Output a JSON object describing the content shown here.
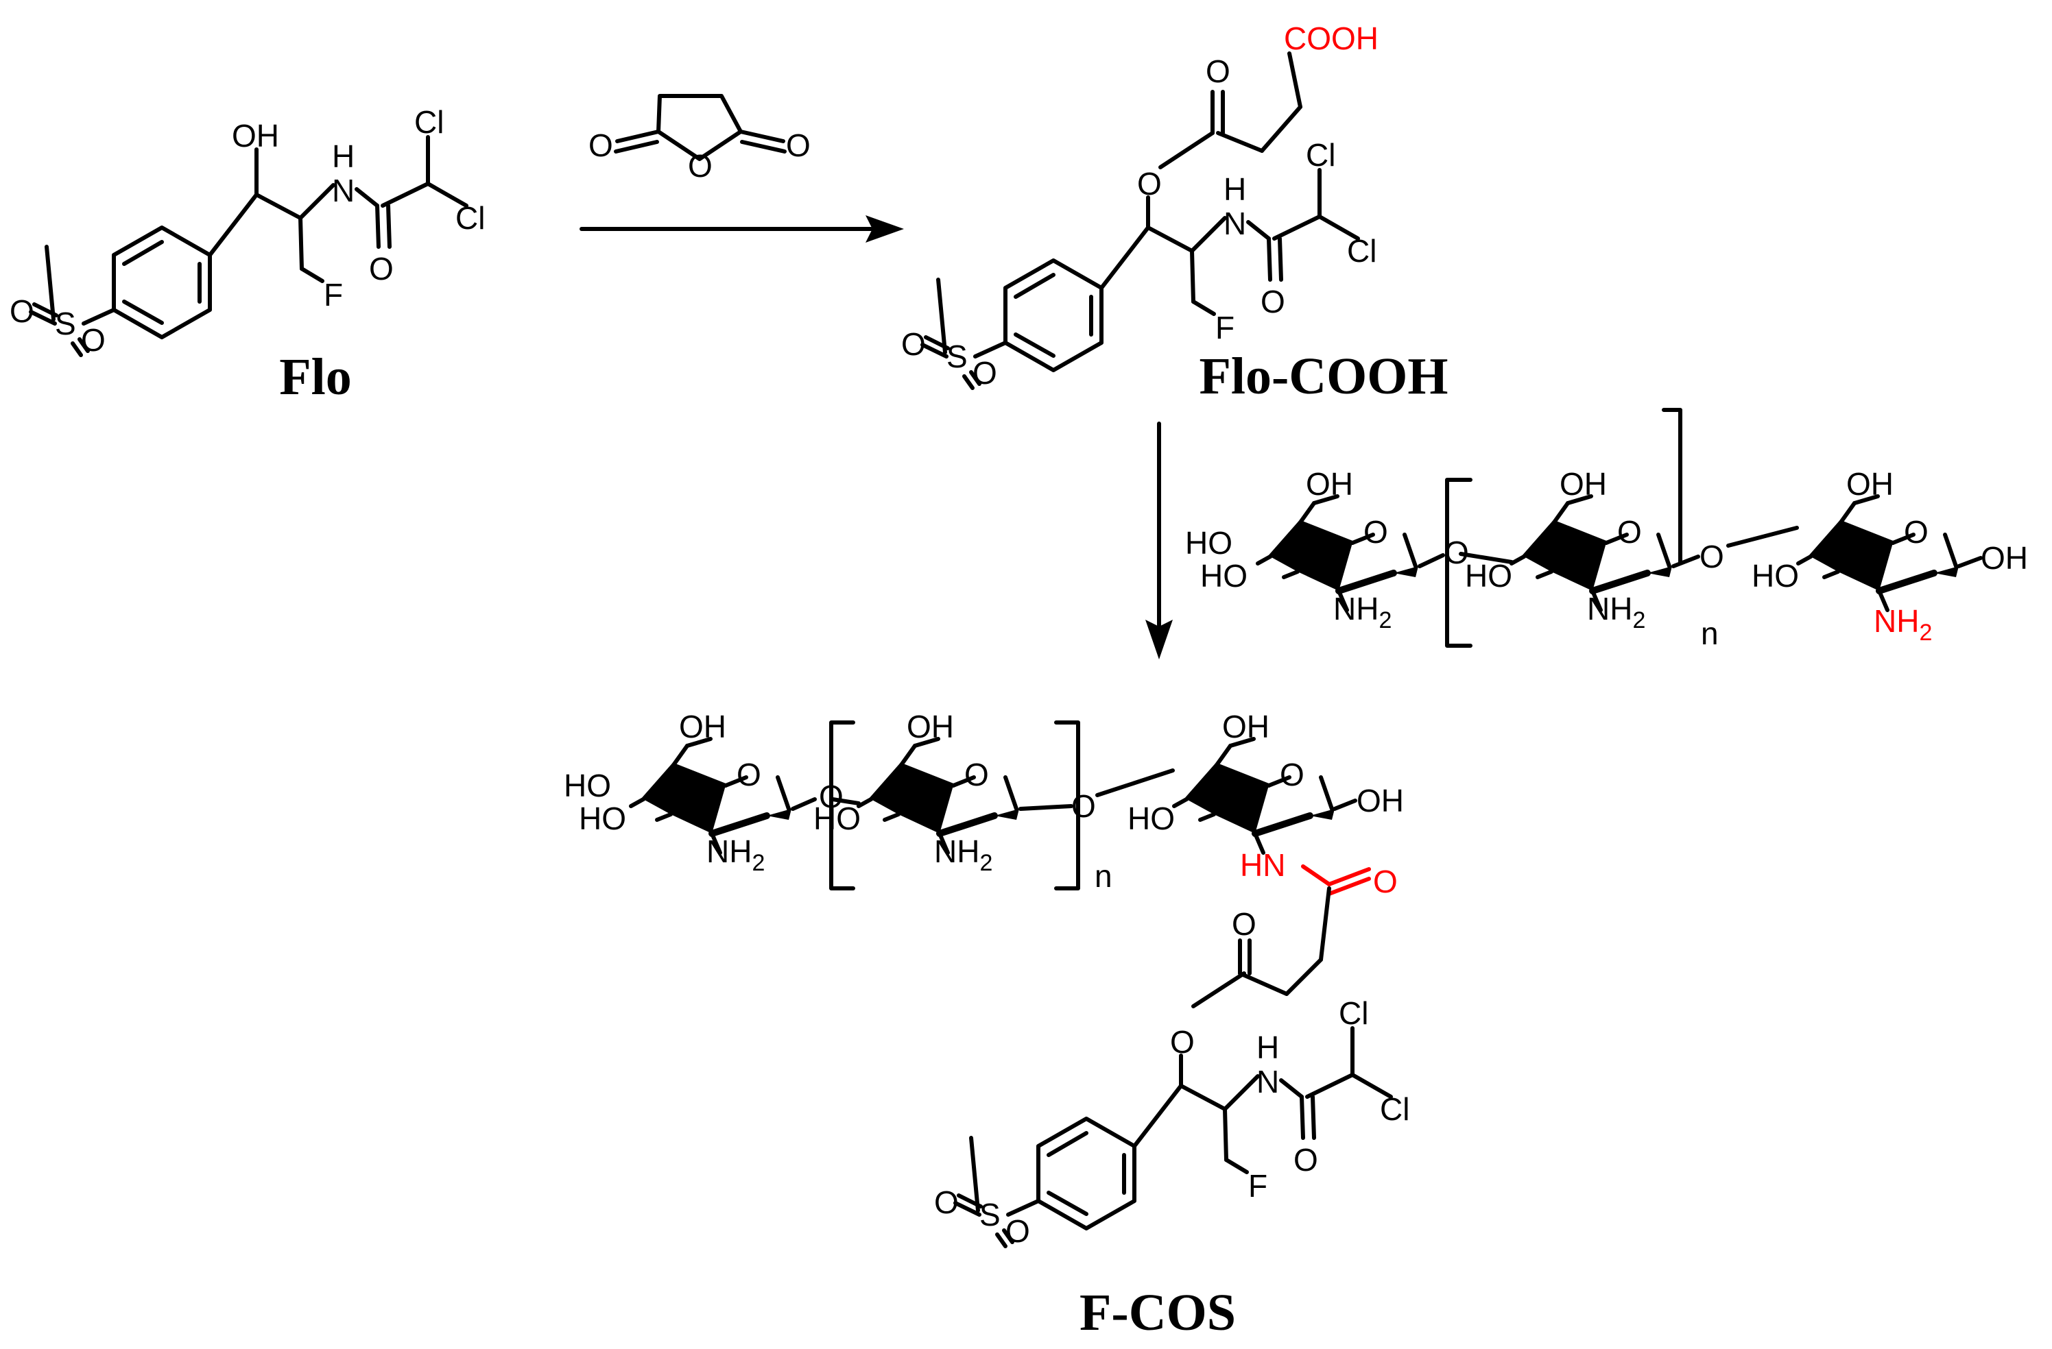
{
  "compounds": {
    "flo": {
      "name": "Flo",
      "atoms": {
        "oh": "OH",
        "nh": "H",
        "n": "N",
        "cl1": "Cl",
        "cl2": "Cl",
        "o_amide": "O",
        "f": "F",
        "s": "S",
        "o_s1": "O",
        "o_s2": "O"
      }
    },
    "reagent": {
      "atoms": {
        "o_left": "O",
        "o_ring": "O",
        "o_right": "O"
      }
    },
    "flo_cooh": {
      "name": "Flo-COOH",
      "atoms": {
        "cooh": "COOH",
        "o_carbonyl": "O",
        "o_ester": "O",
        "nh": "H",
        "n": "N",
        "cl1": "Cl",
        "cl2": "Cl",
        "o_amide": "O",
        "f": "F",
        "s": "S",
        "o_s1": "O",
        "o_s2": "O"
      }
    },
    "cos": {
      "atoms": {
        "oh": "OH",
        "ho": "HO",
        "o": "O",
        "nh2": "NH2",
        "nh2_red": "NH2",
        "n_label": "n"
      }
    },
    "f_cos": {
      "name": "F-COS",
      "atoms": {
        "oh": "OH",
        "ho": "HO",
        "o": "O",
        "nh2": "NH2",
        "hn": "HN",
        "o_amide_red": "O",
        "n_label": "n",
        "o_carbonyl": "O",
        "o_ester": "O",
        "nh": "H",
        "n": "N",
        "cl1": "Cl",
        "cl2": "Cl",
        "o_amide": "O",
        "f": "F",
        "s": "S",
        "o_s1": "O",
        "o_s2": "O"
      }
    }
  },
  "colors": {
    "bond": "#000000",
    "highlight": "#ff0000",
    "background": "#ffffff"
  },
  "arrows": [
    {
      "from": "Flo",
      "to": "Flo-COOH",
      "direction": "right"
    },
    {
      "from": "Flo-COOH",
      "to": "F-COS",
      "direction": "down"
    }
  ]
}
